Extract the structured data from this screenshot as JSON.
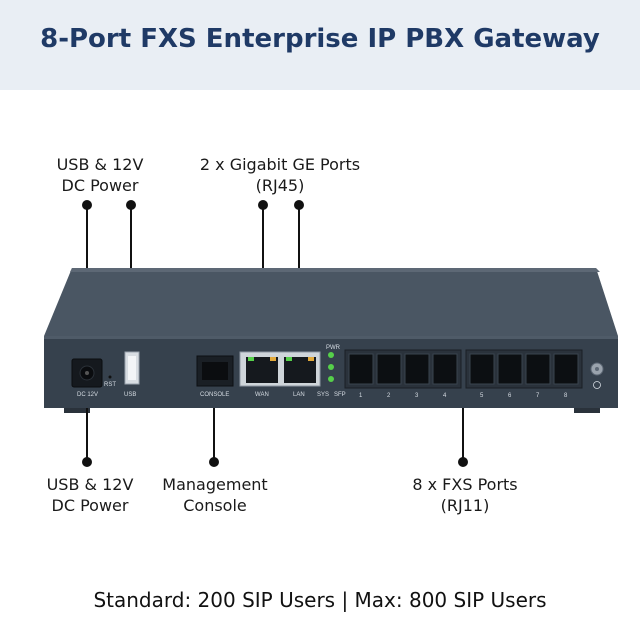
{
  "title": "8-Port FXS Enterprise IP PBX Gateway",
  "callouts": {
    "top_left_line1": "USB & 12V",
    "top_left_line2": "DC Power",
    "top_right_line1": "2 x Gigabit GE Ports",
    "top_right_line2": "(RJ45)",
    "bottom_left_line1": "USB & 12V",
    "bottom_left_line2": "DC Power",
    "bottom_mid_line1": "Management",
    "bottom_mid_line2": "Console",
    "bottom_right_line1": "8 x FXS Ports",
    "bottom_right_line2": "(RJ11)"
  },
  "panel_labels": {
    "dc": "DC 12V",
    "rst": "RST",
    "usb": "USB",
    "console": "CONSOLE",
    "wan": "WAN",
    "lan": "LAN",
    "sys": "SYS",
    "sfp": "SFP",
    "pwr": "PWR",
    "fxs": [
      "1",
      "2",
      "3",
      "4",
      "5",
      "6",
      "7",
      "8"
    ]
  },
  "footer": "Standard: 200 SIP Users | Max: 800 SIP Users",
  "colors": {
    "title": "#1f3a66",
    "banner": "#e9eef4",
    "chassis": "#3b4653",
    "led": "#56d04a"
  }
}
